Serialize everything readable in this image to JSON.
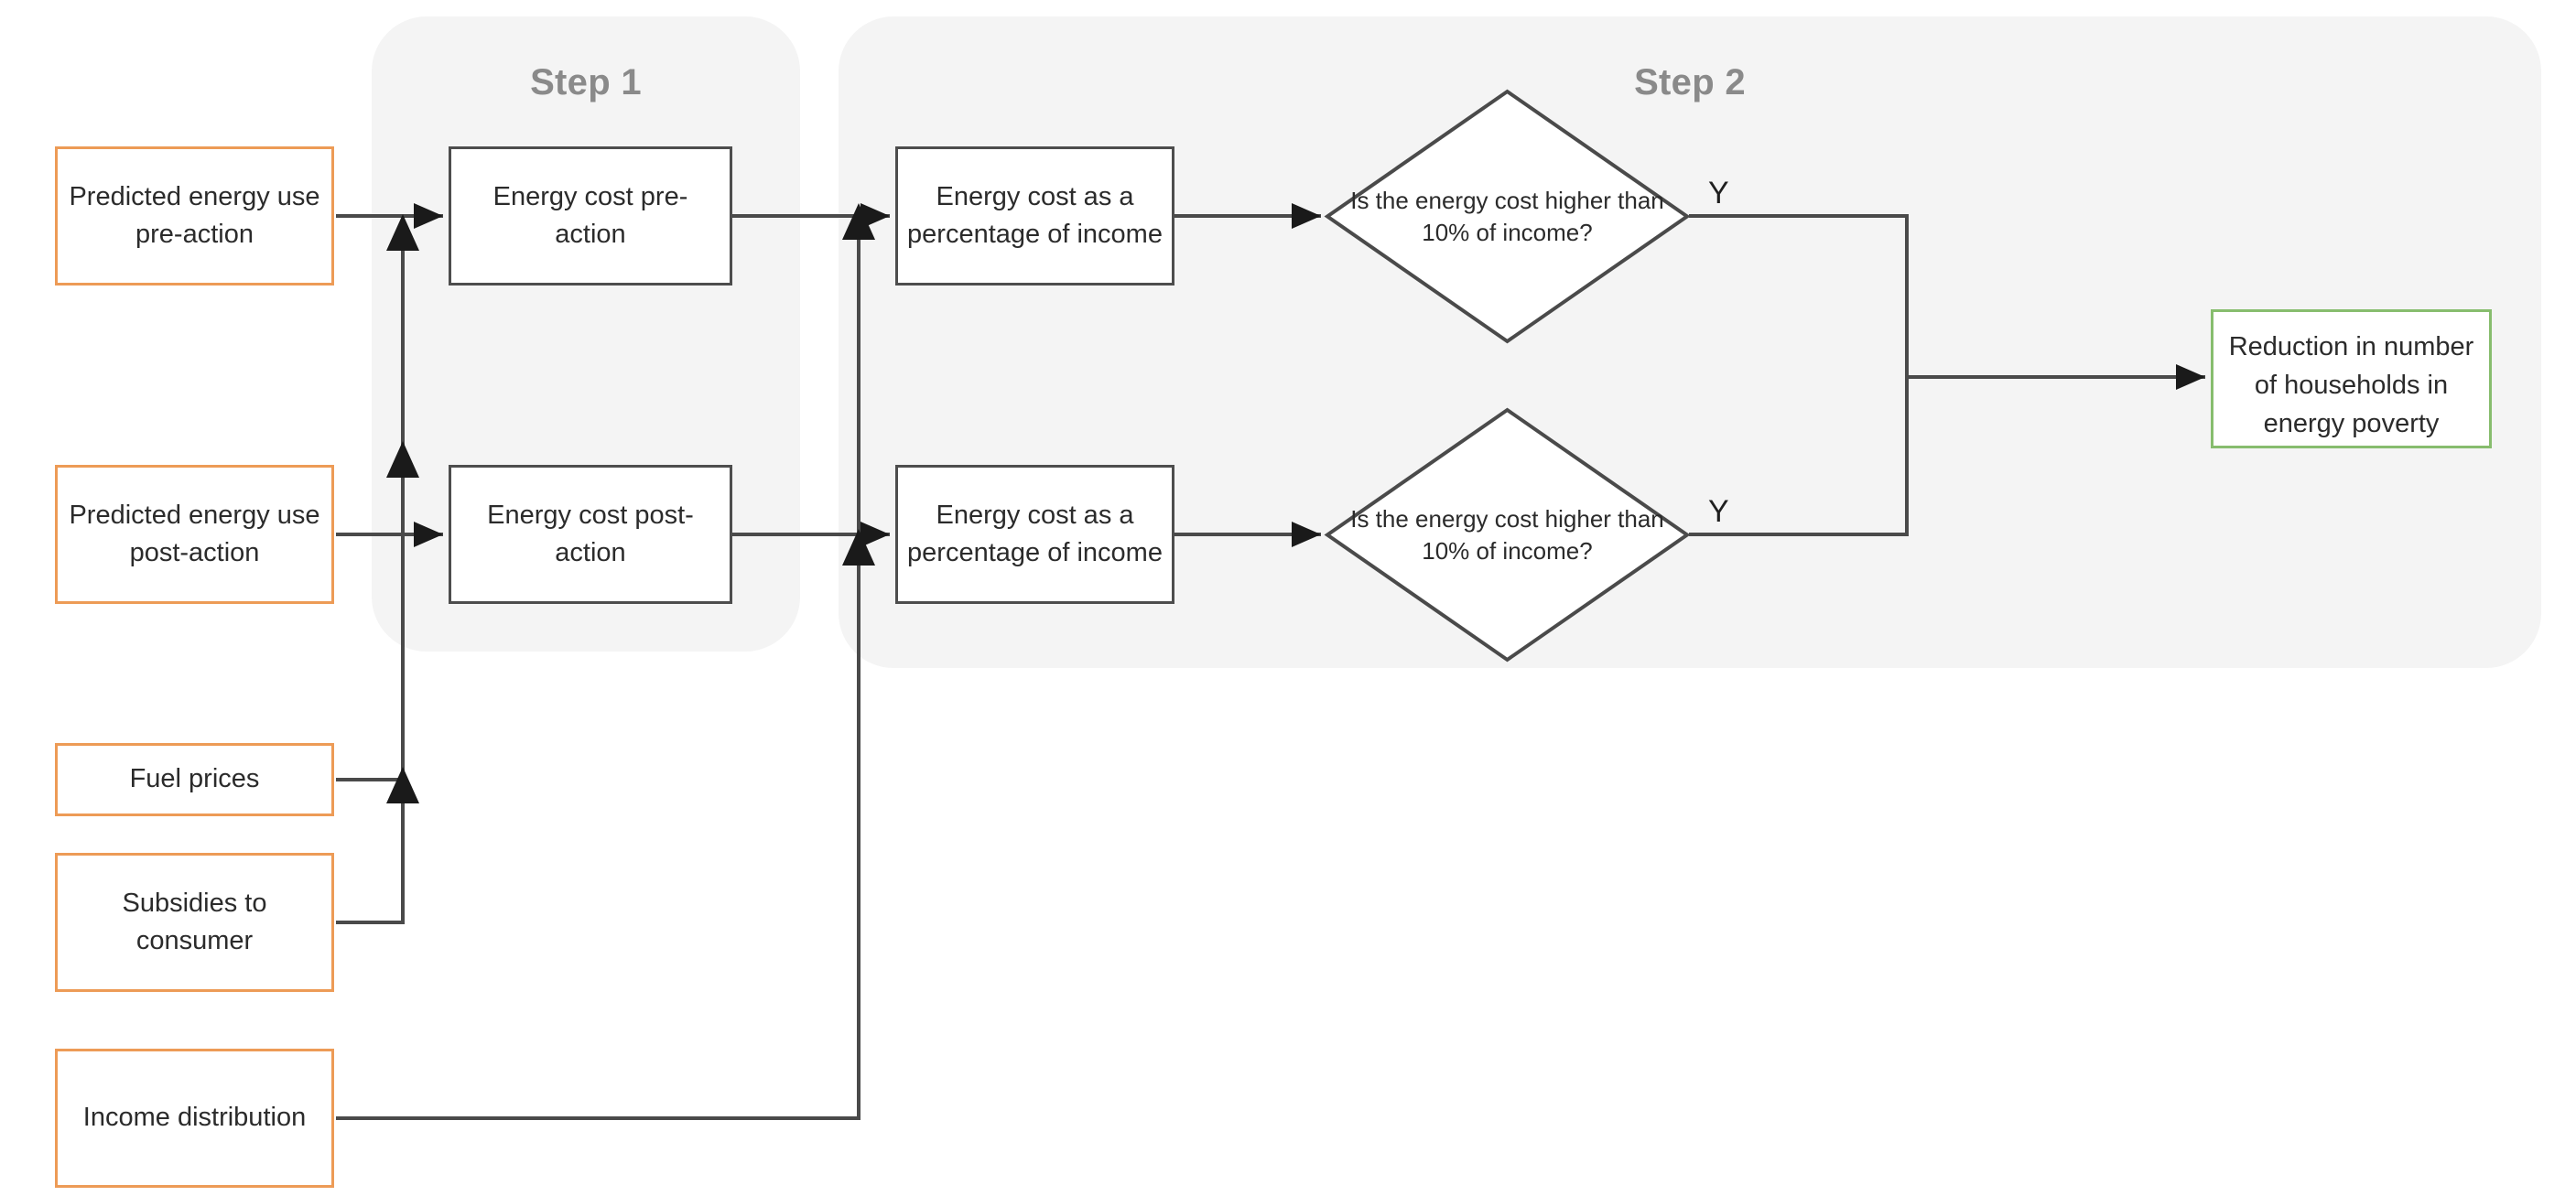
{
  "diagram": {
    "title": "Energy poverty impact flowchart",
    "type": "flowchart",
    "colors": {
      "input_border": "#ed9b56",
      "process_border": "#4d4d4d",
      "output_border": "#87bd6e",
      "group_background": "#f4f4f4",
      "group_label": "#8a8a8a",
      "connector": "#4a4a4a",
      "canvas_background": "#ffffff"
    }
  },
  "groups": [
    {
      "id": "step1",
      "label": "Step 1"
    },
    {
      "id": "step2",
      "label": "Step 2"
    }
  ],
  "nodes": {
    "inputs": [
      {
        "id": "pred-pre",
        "label": "Predicted energy use pre-action"
      },
      {
        "id": "pred-post",
        "label": "Predicted energy use post-action"
      },
      {
        "id": "fuel",
        "label": "Fuel prices"
      },
      {
        "id": "subsidies",
        "label": "Subsidies to consumer"
      },
      {
        "id": "income",
        "label": "Income distribution"
      }
    ],
    "processes": [
      {
        "id": "cost-pre",
        "label": "Energy cost pre-action"
      },
      {
        "id": "cost-post",
        "label": "Energy cost post-action"
      },
      {
        "id": "pct-top",
        "label": "Energy cost as a percentage of income"
      },
      {
        "id": "pct-bottom",
        "label": "Energy cost as a percentage of income"
      }
    ],
    "decisions": [
      {
        "id": "dec-top",
        "label": "Is the energy cost higher than 10% of income?"
      },
      {
        "id": "dec-bottom",
        "label": "Is the energy cost higher than 10% of income?"
      }
    ],
    "outputs": [
      {
        "id": "reduction",
        "label": "Reduction in number of households in energy poverty"
      }
    ]
  },
  "edge_labels": [
    {
      "id": "yes-top",
      "label": "Y"
    },
    {
      "id": "yes-bottom",
      "label": "Y"
    }
  ],
  "flow": [
    {
      "from": "pred-pre",
      "to": "cost-pre"
    },
    {
      "from": "pred-post",
      "to": "cost-post"
    },
    {
      "from": "fuel",
      "to": "cost-pre"
    },
    {
      "from": "fuel",
      "to": "cost-post"
    },
    {
      "from": "subsidies",
      "to": "cost-pre"
    },
    {
      "from": "subsidies",
      "to": "cost-post"
    },
    {
      "from": "cost-pre",
      "to": "pct-top"
    },
    {
      "from": "cost-post",
      "to": "pct-bottom"
    },
    {
      "from": "income",
      "to": "pct-top"
    },
    {
      "from": "income",
      "to": "pct-bottom"
    },
    {
      "from": "pct-top",
      "to": "dec-top"
    },
    {
      "from": "pct-bottom",
      "to": "dec-bottom"
    },
    {
      "from": "dec-top",
      "to": "reduction",
      "label": "Y"
    },
    {
      "from": "dec-bottom",
      "to": "reduction",
      "label": "Y"
    }
  ]
}
